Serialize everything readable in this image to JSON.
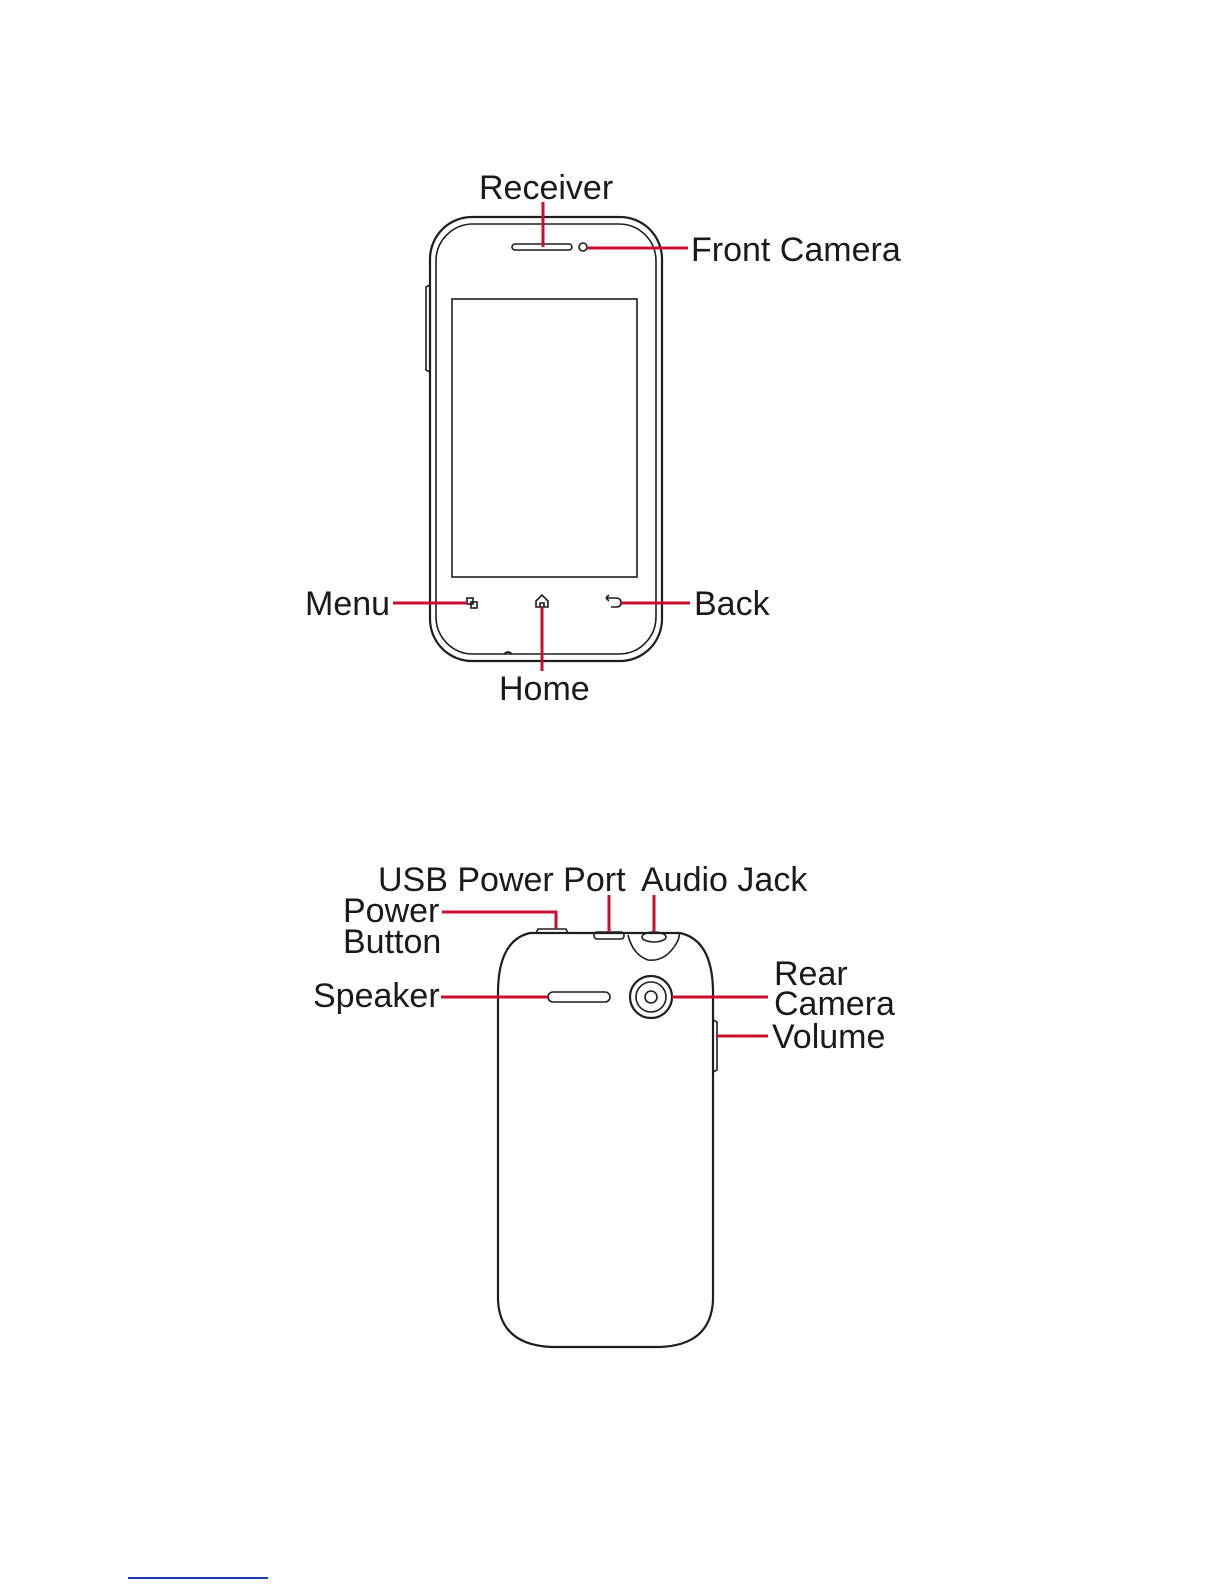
{
  "front_view": {
    "labels": {
      "receiver": "Receiver",
      "front_camera": "Front Camera",
      "menu": "Menu",
      "back": "Back",
      "home": "Home"
    }
  },
  "back_view": {
    "labels": {
      "usb_power_port": "USB Power Port",
      "audio_jack": "Audio Jack",
      "power_button_line1": "Power",
      "power_button_line2": "Button",
      "speaker": "Speaker",
      "rear_camera_line1": "Rear",
      "rear_camera_line2": "Camera",
      "volume": "Volume"
    }
  },
  "colors": {
    "leader_line": "#c8102e",
    "outline": "#1e1e1e",
    "footer_rule": "#1b3fa6"
  }
}
